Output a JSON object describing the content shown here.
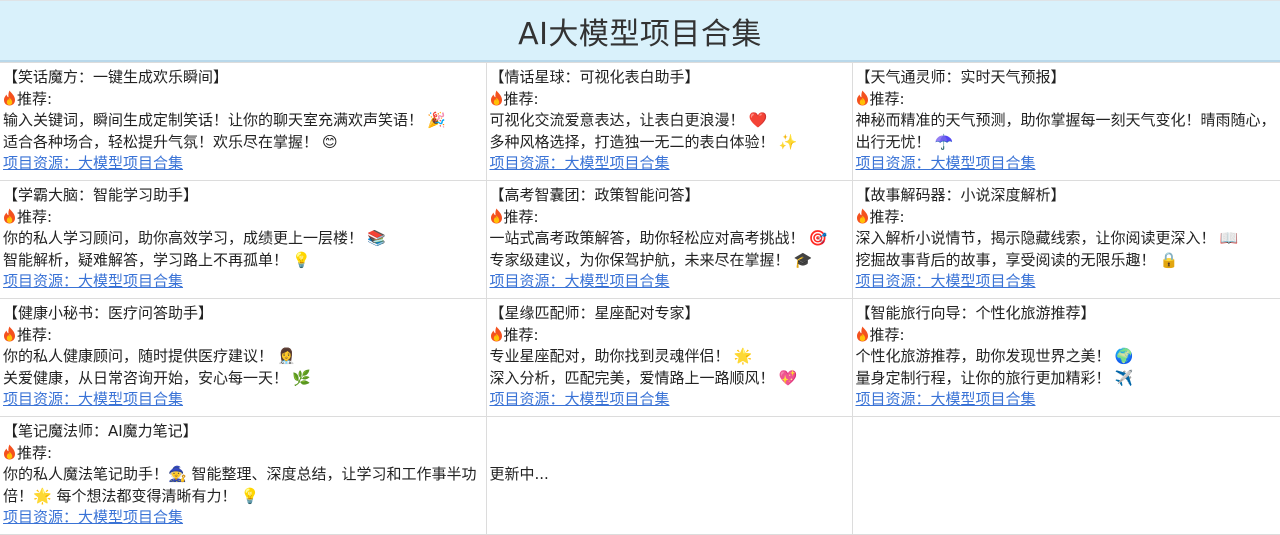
{
  "header": {
    "title": "AI大模型项目合集"
  },
  "labels": {
    "recommend": "推荐:",
    "source_link": "项目资源：大模型项目合集",
    "updating": "更新中..."
  },
  "projects": [
    {
      "title": "【笑话魔方：一键生成欢乐瞬间】",
      "lines": [
        {
          "text": "输入关键词，瞬间生成定制笑话！让你的聊天室充满欢声笑语！",
          "emoji": "🎉",
          "icon": "party-popper-icon"
        },
        {
          "text": "适合各种场合，轻松提升气氛！欢乐尽在掌握！",
          "emoji": "😊",
          "icon": "smiling-face-icon"
        }
      ]
    },
    {
      "title": "【情话星球：可视化表白助手】",
      "lines": [
        {
          "text": "可视化交流爱意表达，让表白更浪漫！",
          "emoji": "❤️",
          "icon": "red-heart-icon"
        },
        {
          "text": "多种风格选择，打造独一无二的表白体验！",
          "emoji": "✨",
          "icon": "sparkles-icon"
        }
      ]
    },
    {
      "title": "【天气通灵师：实时天气预报】",
      "lines": [
        {
          "text": "神秘而精准的天气预测，助你掌握每一刻天气变化！晴雨随心，出行无忧！",
          "emoji": "☂️",
          "icon": "umbrella-icon"
        }
      ]
    },
    {
      "title": "【学霸大脑：智能学习助手】",
      "lines": [
        {
          "text": "你的私人学习顾问，助你高效学习，成绩更上一层楼！",
          "emoji": "📚",
          "icon": "books-icon"
        },
        {
          "text": "智能解析，疑难解答，学习路上不再孤单！",
          "emoji": "💡",
          "icon": "light-bulb-icon"
        }
      ]
    },
    {
      "title": "【高考智囊团：政策智能问答】",
      "lines": [
        {
          "text": "一站式高考政策解答，助你轻松应对高考挑战！",
          "emoji": "🎯",
          "icon": "target-icon"
        },
        {
          "text": "专家级建议，为你保驾护航，未来尽在掌握！",
          "emoji": "🎓",
          "icon": "graduation-cap-icon"
        }
      ]
    },
    {
      "title": "【故事解码器：小说深度解析】",
      "lines": [
        {
          "text": "深入解析小说情节，揭示隐藏线索，让你阅读更深入！",
          "emoji": "📖",
          "icon": "open-book-icon"
        },
        {
          "text": "挖掘故事背后的故事，享受阅读的无限乐趣！",
          "emoji": "🔒",
          "icon": "lock-icon"
        }
      ]
    },
    {
      "title": "【健康小秘书：医疗问答助手】",
      "lines": [
        {
          "text": "你的私人健康顾问，随时提供医疗建议！",
          "emoji": "👩‍⚕️",
          "icon": "health-worker-icon"
        },
        {
          "text": "关爱健康，从日常咨询开始，安心每一天！",
          "emoji": "🌿",
          "icon": "herb-icon"
        }
      ]
    },
    {
      "title": "【星缘匹配师：星座配对专家】",
      "lines": [
        {
          "text": "专业星座配对，助你找到灵魂伴侣！",
          "emoji": "🌟",
          "icon": "glowing-star-icon"
        },
        {
          "text": "深入分析，匹配完美，爱情路上一路顺风！",
          "emoji": "💖",
          "icon": "sparkling-heart-icon"
        }
      ]
    },
    {
      "title": "【智能旅行向导：个性化旅游推荐】",
      "lines": [
        {
          "text": "个性化旅游推荐，助你发现世界之美！",
          "emoji": "🌍",
          "icon": "globe-icon"
        },
        {
          "text": "量身定制行程，让你的旅行更加精彩！",
          "emoji": "✈️",
          "icon": "airplane-icon"
        }
      ]
    },
    {
      "title": "【笔记魔法师：AI魔力笔记】",
      "lines": [
        {
          "text": "你的私人魔法笔记助手！🧙 智能整理、深度总结，让学习和工作事半功倍！🌟 每个想法都变得清晰有力！",
          "emoji": "💡",
          "icon": "light-bulb-icon"
        }
      ]
    }
  ],
  "colors": {
    "header_bg": "#d9f1fb",
    "header_border": "#b9d8ea",
    "link": "#3a73d6",
    "grid_border": "#dcdcdc",
    "fire": "#f4511e"
  }
}
